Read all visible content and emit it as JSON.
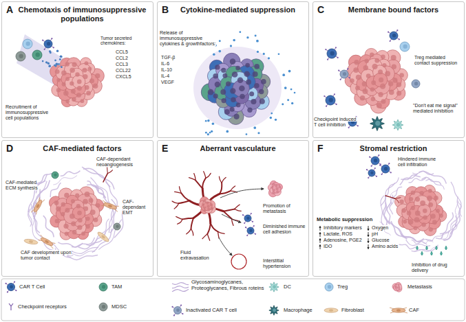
{
  "diagram": {
    "nodes": [
      {
        "text": [
          "A",
          "Chemotaxis of immunosuppressive populations"
        ]
      },
      {
        "text": [
          "B",
          "Cytokine-mediated suppression"
        ]
      },
      {
        "text": [
          "C",
          "Membrane bound factors"
        ]
      },
      {
        "text": [
          "D",
          "CAF-mediated factors"
        ]
      },
      {
        "text": [
          "E",
          "Aberrant vasculature"
        ]
      },
      {
        "text": [
          "F",
          "Stromal restriction"
        ]
      }
    ],
    "labels": [
      "Tumor secreted chemokines:",
      "CCL5",
      "CCL2",
      "CCL3",
      "CCL22",
      "CXCL5",
      "Recruitment of immunosuppressive cell populations",
      "Release of immunosuppressive cytokines & growthfactors:",
      "TGF-β",
      "IL-6",
      "IL-10",
      "IL-4",
      "VEGF",
      "Treg mediated contact suppression",
      "Checkpoint induced T cell inhibition",
      "\"Don't eat me signal\" mediated inhibition",
      "CAF-dependant neoangiogenesis",
      "CAF-mediated ECM synthesis",
      "CAF-dependant EMT",
      "CAF development upon tumor contact",
      "Promotion of metastasis",
      "Diminished immune cell adhesion",
      "Fluid extravasation",
      "Interstitial hypertension",
      "Hindered immune cell infiltration",
      "Metabolic suppression",
      "Inhibitory markers",
      "Lactate, ROS",
      "Adenosine, PGE2",
      "IDO",
      "Oxygen",
      "pH",
      "Glucose",
      "Amino acids",
      "Inhibition of drug delivery"
    ],
    "legend": [
      {
        "text": "CAR T Cell"
      },
      {
        "text": "TAM"
      },
      {
        "text": "Glycosaminoglycanes, Proteoglycanes, Fibrous roteins"
      },
      {
        "text": "DC"
      },
      {
        "text": "Treg"
      },
      {
        "text": "Metastasis"
      },
      {
        "text": "Checkpoint receptors"
      },
      {
        "text": "MDSC"
      },
      {
        "text": "Inactivated CAR T cell"
      },
      {
        "text": "Macrophage"
      },
      {
        "text": "Fibroblast"
      },
      {
        "text": "CAF"
      }
    ]
  }
}
